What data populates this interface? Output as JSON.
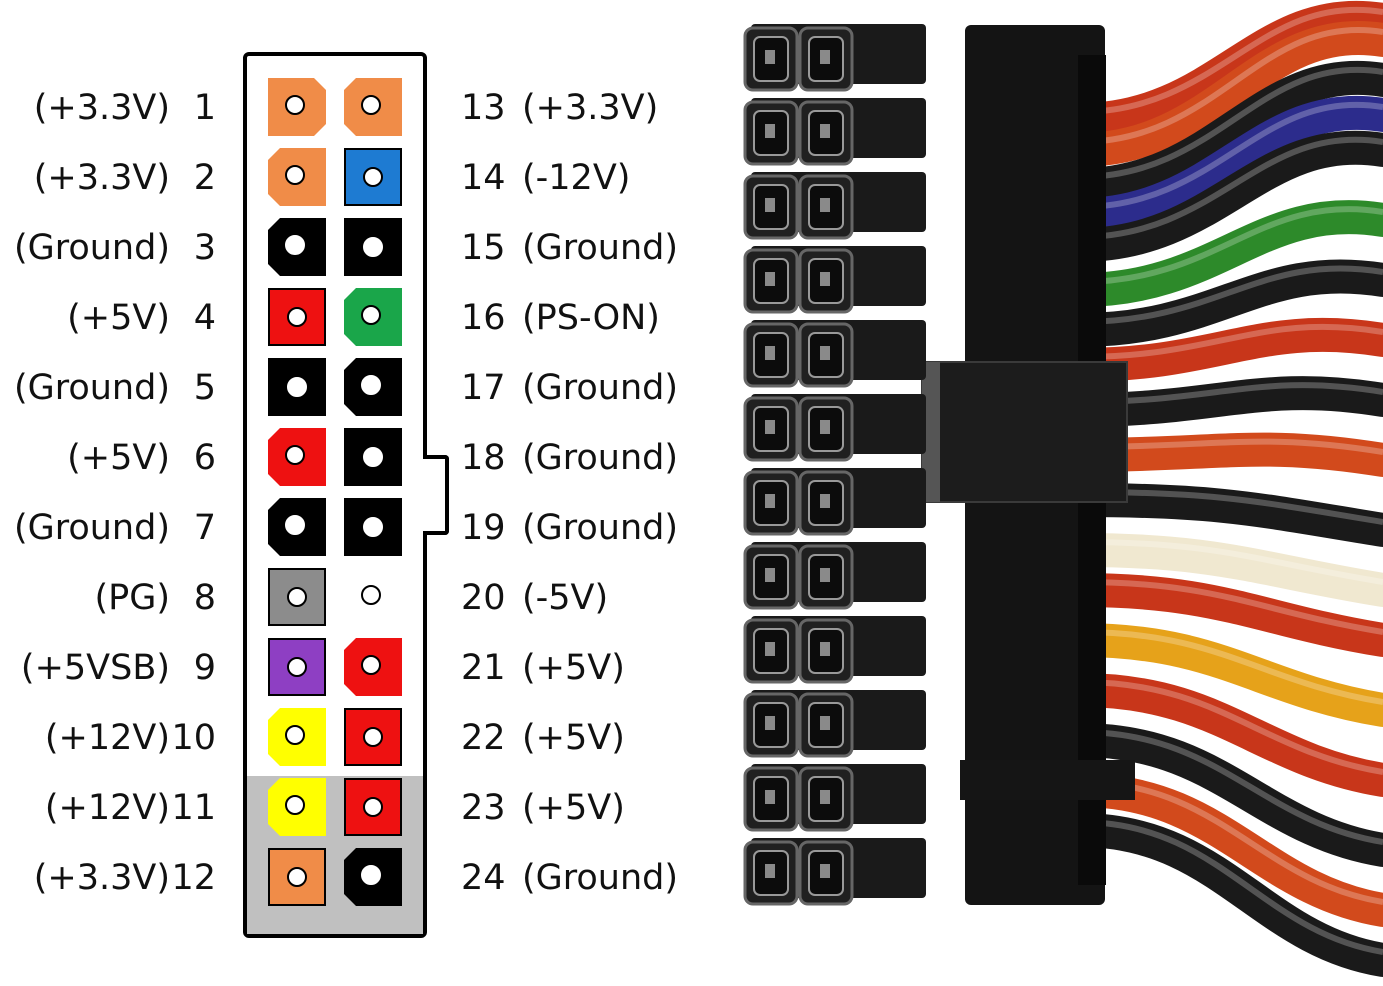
{
  "colors": {
    "orange": "#f08c48",
    "blue": "#1e7bd2",
    "black": "#000000",
    "red": "#ee1111",
    "green": "#1aa64a",
    "gray": "#8c8c8c",
    "white": "#ffffff",
    "purple": "#8e3fc3",
    "yellow": "#ffff00"
  },
  "left_pins": [
    {
      "name": "(+3.3V)",
      "num": "1",
      "color": "orange",
      "shape": "cut-tr"
    },
    {
      "name": "(+3.3V)",
      "num": "2",
      "color": "orange",
      "shape": "cut-tl"
    },
    {
      "name": "(Ground)",
      "num": "3",
      "color": "black",
      "shape": "cut-l"
    },
    {
      "name": "(+5V)",
      "num": "4",
      "color": "red",
      "shape": "square"
    },
    {
      "name": "(Ground)",
      "num": "5",
      "color": "black",
      "shape": "square"
    },
    {
      "name": "(+5V)",
      "num": "6",
      "color": "red",
      "shape": "cut-l"
    },
    {
      "name": "(Ground)",
      "num": "7",
      "color": "black",
      "shape": "cut-l"
    },
    {
      "name": "(PG)",
      "num": "8",
      "color": "gray",
      "shape": "square"
    },
    {
      "name": "(+5VSB)",
      "num": "9",
      "color": "purple",
      "shape": "square"
    },
    {
      "name": "(+12V)",
      "num": "10",
      "color": "yellow",
      "shape": "cut-l"
    },
    {
      "name": "(+12V)",
      "num": "11",
      "color": "yellow",
      "shape": "cut-l"
    },
    {
      "name": "(+3.3V)",
      "num": "12",
      "color": "orange",
      "shape": "square"
    }
  ],
  "right_pins": [
    {
      "name": "(+3.3V)",
      "num": "13",
      "color": "orange",
      "shape": "cut-l"
    },
    {
      "name": "(-12V)",
      "num": "14",
      "color": "blue",
      "shape": "square"
    },
    {
      "name": "(Ground)",
      "num": "15",
      "color": "black",
      "shape": "square"
    },
    {
      "name": "(PS-ON)",
      "num": "16",
      "color": "green",
      "shape": "cut-l"
    },
    {
      "name": "(Ground)",
      "num": "17",
      "color": "black",
      "shape": "cut-l"
    },
    {
      "name": "(Ground)",
      "num": "18",
      "color": "black",
      "shape": "square"
    },
    {
      "name": "(Ground)",
      "num": "19",
      "color": "black",
      "shape": "square"
    },
    {
      "name": "(-5V)",
      "num": "20",
      "color": "white",
      "shape": "cut-l"
    },
    {
      "name": "(+5V)",
      "num": "21",
      "color": "red",
      "shape": "cut-l"
    },
    {
      "name": "(+5V)",
      "num": "22",
      "color": "red",
      "shape": "square"
    },
    {
      "name": "(+5V)",
      "num": "23",
      "color": "red",
      "shape": "square"
    },
    {
      "name": "(Ground)",
      "num": "24",
      "color": "black",
      "shape": "cut-l"
    }
  ],
  "photo": {
    "subject": "atx-24-pin-connector-photo",
    "wire_colors": [
      "#c8361a",
      "#d24a1c",
      "#1a1a1a",
      "#2c2c8c",
      "#2d8a2a",
      "#e6a21a",
      "#f0e8d0"
    ]
  }
}
